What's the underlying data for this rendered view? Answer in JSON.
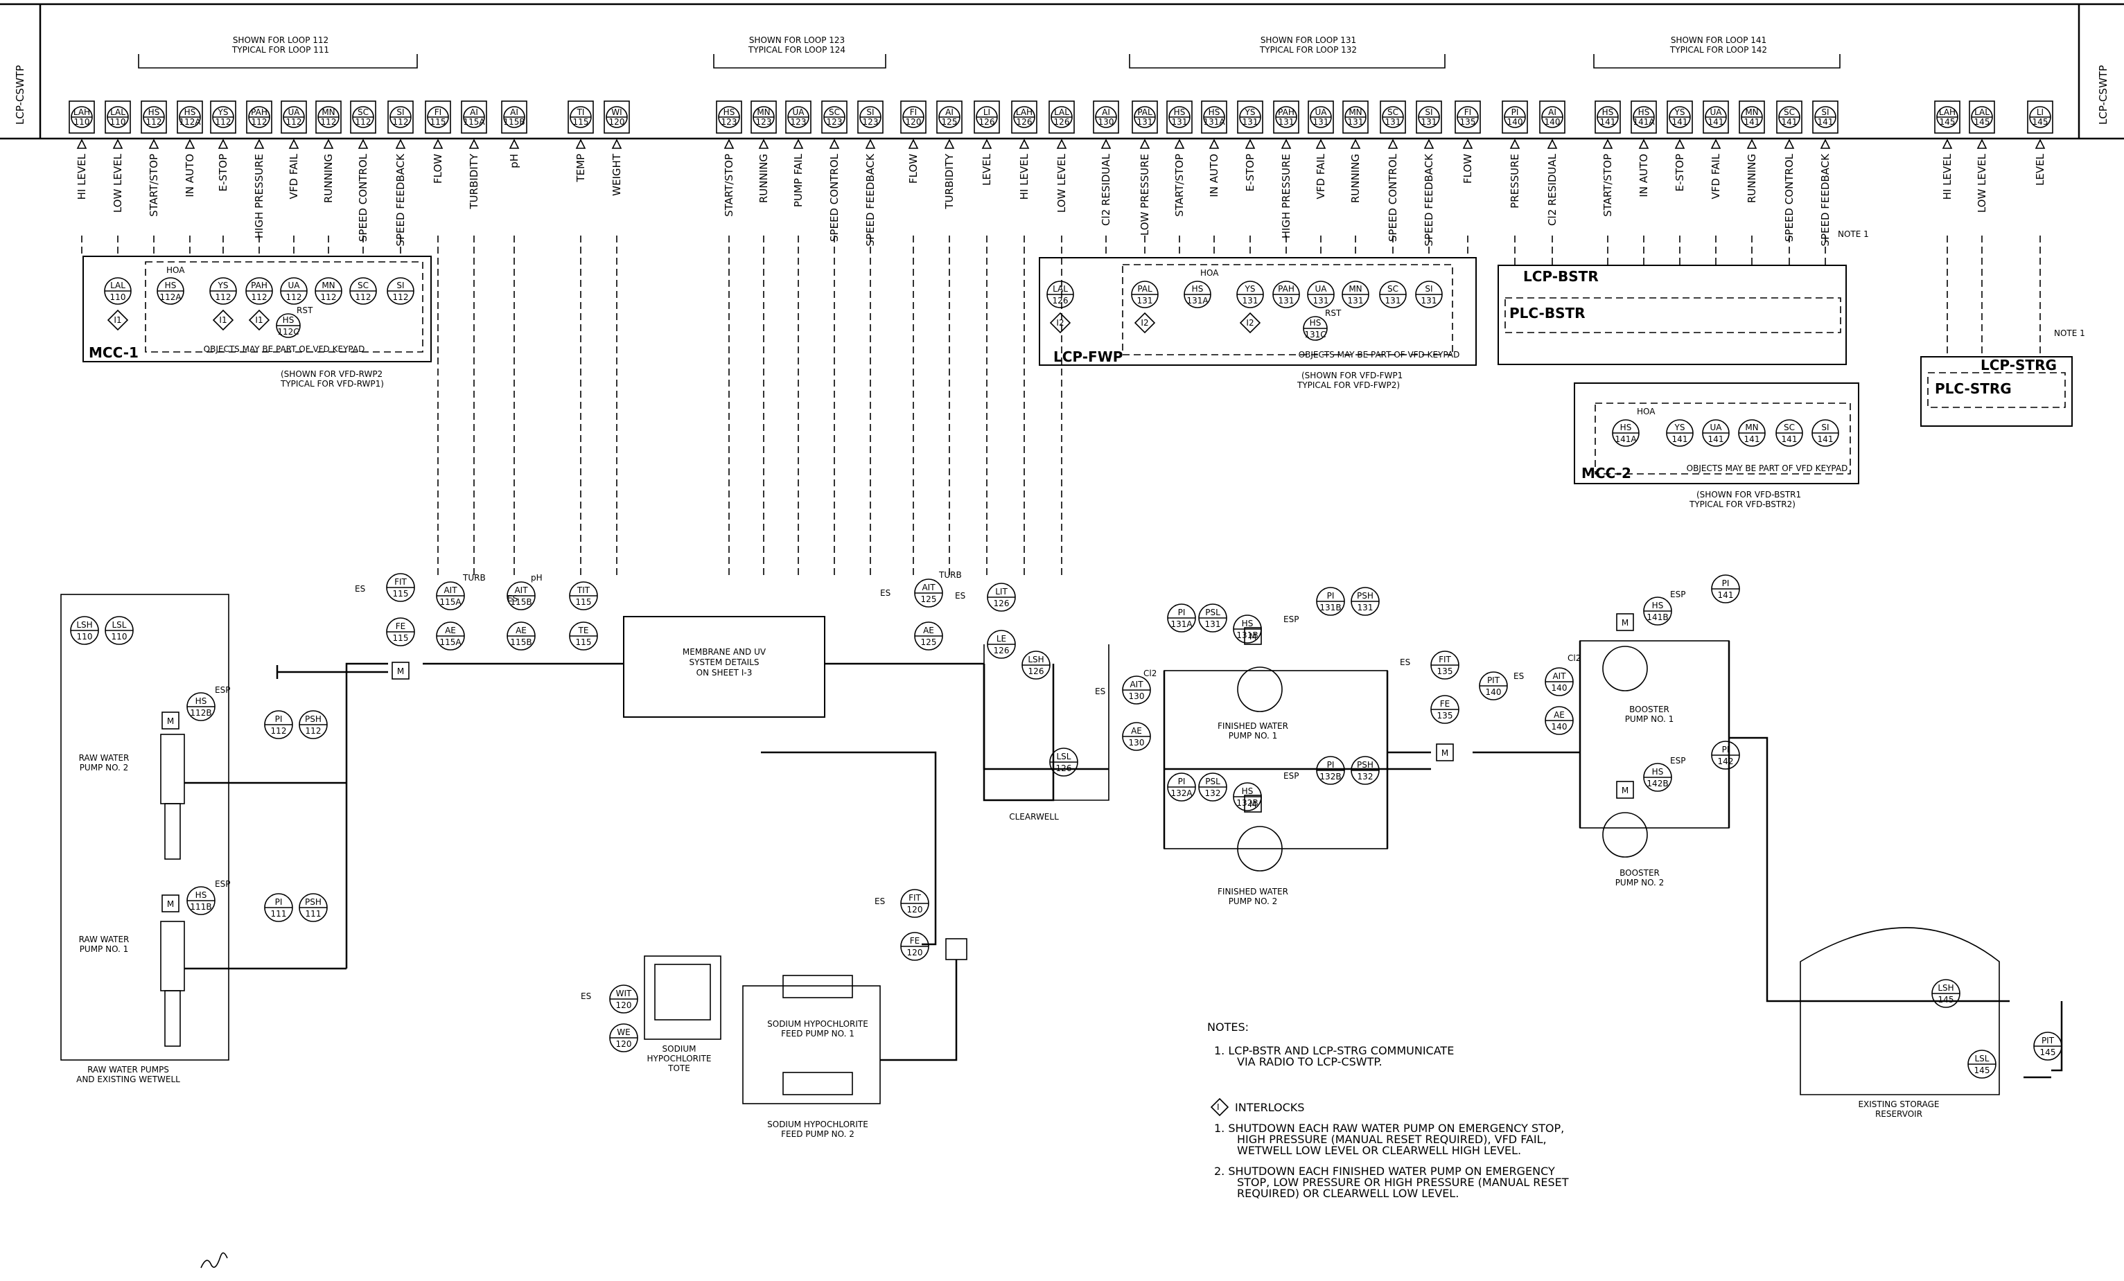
{
  "side_label": "LCP-CSWTP",
  "header_groups": [
    {
      "line1": "SHOWN FOR LOOP 112",
      "line2": "TYPICAL FOR LOOP 111"
    },
    {
      "line1": "SHOWN FOR LOOP 123",
      "line2": "TYPICAL FOR LOOP 124"
    },
    {
      "line1": "SHOWN FOR LOOP 131",
      "line2": "TYPICAL FOR LOOP 132"
    },
    {
      "line1": "SHOWN FOR LOOP 141",
      "line2": "TYPICAL FOR LOOP 142"
    }
  ],
  "io_points": [
    {
      "tag": "LAH",
      "num": "110",
      "signal": "HI LEVEL"
    },
    {
      "tag": "LAL",
      "num": "110",
      "signal": "LOW LEVEL"
    },
    {
      "tag": "HS",
      "num": "112",
      "signal": "START/STOP"
    },
    {
      "tag": "HS",
      "num": "112A",
      "signal": "IN AUTO"
    },
    {
      "tag": "YS",
      "num": "112",
      "signal": "E-STOP"
    },
    {
      "tag": "PAH",
      "num": "112",
      "signal": "HIGH PRESSURE"
    },
    {
      "tag": "UA",
      "num": "112",
      "signal": "VFD FAIL"
    },
    {
      "tag": "MN",
      "num": "112",
      "signal": "RUNNING"
    },
    {
      "tag": "SC",
      "num": "112",
      "signal": "SPEED CONTROL"
    },
    {
      "tag": "SI",
      "num": "112",
      "signal": "SPEED FEEDBACK"
    },
    {
      "tag": "FI",
      "num": "115",
      "signal": "FLOW"
    },
    {
      "tag": "AI",
      "num": "115A",
      "signal": "TURBIDITY"
    },
    {
      "tag": "AI",
      "num": "115B",
      "signal": "pH"
    },
    {
      "tag": "TI",
      "num": "115",
      "signal": "TEMP"
    },
    {
      "tag": "WI",
      "num": "120",
      "signal": "WEIGHT"
    },
    {
      "tag": "HS",
      "num": "123",
      "signal": "START/STOP"
    },
    {
      "tag": "MN",
      "num": "123",
      "signal": "RUNNING"
    },
    {
      "tag": "UA",
      "num": "123",
      "signal": "PUMP FAIL"
    },
    {
      "tag": "SC",
      "num": "123",
      "signal": "SPEED CONTROL"
    },
    {
      "tag": "SI",
      "num": "123",
      "signal": "SPEED FEEDBACK"
    },
    {
      "tag": "FI",
      "num": "120",
      "signal": "FLOW"
    },
    {
      "tag": "AI",
      "num": "125",
      "signal": "TURBIDITY"
    },
    {
      "tag": "LI",
      "num": "126",
      "signal": "LEVEL"
    },
    {
      "tag": "LAH",
      "num": "126",
      "signal": "HI LEVEL"
    },
    {
      "tag": "LAL",
      "num": "126",
      "signal": "LOW LEVEL"
    },
    {
      "tag": "AI",
      "num": "130",
      "signal": "Cl2 RESIDUAL"
    },
    {
      "tag": "PAL",
      "num": "131",
      "signal": "LOW PRESSURE"
    },
    {
      "tag": "HS",
      "num": "131",
      "signal": "START/STOP"
    },
    {
      "tag": "HS",
      "num": "131A",
      "signal": "IN AUTO"
    },
    {
      "tag": "YS",
      "num": "131",
      "signal": "E-STOP"
    },
    {
      "tag": "PAH",
      "num": "131",
      "signal": "HIGH PRESSURE"
    },
    {
      "tag": "UA",
      "num": "131",
      "signal": "VFD FAIL"
    },
    {
      "tag": "MN",
      "num": "131",
      "signal": "RUNNING"
    },
    {
      "tag": "SC",
      "num": "131",
      "signal": "SPEED CONTROL"
    },
    {
      "tag": "SI",
      "num": "131",
      "signal": "SPEED FEEDBACK"
    },
    {
      "tag": "FI",
      "num": "135",
      "signal": "FLOW"
    },
    {
      "tag": "PI",
      "num": "140",
      "signal": "PRESSURE"
    },
    {
      "tag": "AI",
      "num": "140",
      "signal": "Cl2 RESIDUAL"
    },
    {
      "tag": "HS",
      "num": "141",
      "signal": "START/STOP"
    },
    {
      "tag": "HS",
      "num": "141A",
      "signal": "IN AUTO"
    },
    {
      "tag": "YS",
      "num": "141",
      "signal": "E-STOP"
    },
    {
      "tag": "UA",
      "num": "141",
      "signal": "VFD FAIL"
    },
    {
      "tag": "MN",
      "num": "141",
      "signal": "RUNNING"
    },
    {
      "tag": "SC",
      "num": "141",
      "signal": "SPEED CONTROL"
    },
    {
      "tag": "SI",
      "num": "141",
      "signal": "SPEED FEEDBACK"
    },
    {
      "tag": "LAH",
      "num": "145",
      "signal": "HI LEVEL"
    },
    {
      "tag": "LAL",
      "num": "145",
      "signal": "LOW LEVEL"
    },
    {
      "tag": "LI",
      "num": "145",
      "signal": "LEVEL"
    }
  ],
  "panels": {
    "mcc1": {
      "name": "MCC-1",
      "keypad": "OBJECTS MAY BE PART OF VFD KEYPAD",
      "shown": "(SHOWN FOR VFD-RWP2",
      "typical": "TYPICAL FOR VFD-RWP1)",
      "hoa": "HOA",
      "rst": "RST",
      "items": [
        {
          "tag": "LAL",
          "num": "110"
        },
        {
          "tag": "HS",
          "num": "112A"
        },
        {
          "tag": "YS",
          "num": "112"
        },
        {
          "tag": "PAH",
          "num": "112"
        },
        {
          "tag": "UA",
          "num": "112"
        },
        {
          "tag": "MN",
          "num": "112"
        },
        {
          "tag": "SC",
          "num": "112"
        },
        {
          "tag": "SI",
          "num": "112"
        }
      ],
      "hs_rst": {
        "tag": "HS",
        "num": "112C"
      },
      "interlock": "I1"
    },
    "lcpfwp": {
      "name": "LCP-FWP",
      "keypad": "OBJECTS MAY BE PART OF VFD KEYPAD",
      "shown": "(SHOWN FOR VFD-FWP1",
      "typical": "TYPICAL FOR VFD-FWP2)",
      "hoa": "HOA",
      "rst": "RST",
      "items": [
        {
          "tag": "LAL",
          "num": "126"
        },
        {
          "tag": "PAL",
          "num": "131"
        },
        {
          "tag": "HS",
          "num": "131A"
        },
        {
          "tag": "YS",
          "num": "131"
        },
        {
          "tag": "PAH",
          "num": "131"
        },
        {
          "tag": "UA",
          "num": "131"
        },
        {
          "tag": "MN",
          "num": "131"
        },
        {
          "tag": "SC",
          "num": "131"
        },
        {
          "tag": "SI",
          "num": "131"
        }
      ],
      "hs_rst": {
        "tag": "HS",
        "num": "131C"
      },
      "interlock": "I2"
    },
    "lcpbstr": {
      "name": "LCP-BSTR",
      "plc": "PLC-BSTR"
    },
    "mcc2": {
      "name": "MCC-2",
      "keypad": "OBJECTS MAY BE PART OF VFD KEYPAD",
      "shown": "(SHOWN FOR VFD-BSTR1",
      "typical": "TYPICAL FOR VFD-BSTR2)",
      "hoa": "HOA",
      "items": [
        {
          "tag": "HS",
          "num": "141A"
        },
        {
          "tag": "YS",
          "num": "141"
        },
        {
          "tag": "UA",
          "num": "141"
        },
        {
          "tag": "MN",
          "num": "141"
        },
        {
          "tag": "SC",
          "num": "141"
        },
        {
          "tag": "SI",
          "num": "141"
        }
      ]
    },
    "lcpstrg": {
      "name": "LCP-STRG",
      "plc": "PLC-STRG"
    },
    "note1_a": "NOTE 1",
    "note1_b": "NOTE 1"
  },
  "field": {
    "es": "ES",
    "turb": "TURB",
    "ph": "pH",
    "cl2": "Cl2",
    "esp": "ESP",
    "instruments": [
      {
        "tag": "LSH",
        "num": "110"
      },
      {
        "tag": "LSL",
        "num": "110"
      },
      {
        "tag": "HS",
        "num": "112B"
      },
      {
        "tag": "PI",
        "num": "112"
      },
      {
        "tag": "PSH",
        "num": "112"
      },
      {
        "tag": "HS",
        "num": "111B"
      },
      {
        "tag": "PI",
        "num": "111"
      },
      {
        "tag": "PSH",
        "num": "111"
      },
      {
        "tag": "FIT",
        "num": "115"
      },
      {
        "tag": "FE",
        "num": "115"
      },
      {
        "tag": "AIT",
        "num": "115A"
      },
      {
        "tag": "AE",
        "num": "115A"
      },
      {
        "tag": "AIT",
        "num": "115B"
      },
      {
        "tag": "AE",
        "num": "115B"
      },
      {
        "tag": "TIT",
        "num": "115"
      },
      {
        "tag": "TE",
        "num": "115"
      },
      {
        "tag": "AIT",
        "num": "125"
      },
      {
        "tag": "AE",
        "num": "125"
      },
      {
        "tag": "LIT",
        "num": "126"
      },
      {
        "tag": "LE",
        "num": "126"
      },
      {
        "tag": "LSH",
        "num": "126"
      },
      {
        "tag": "LSL",
        "num": "126"
      },
      {
        "tag": "AIT",
        "num": "130"
      },
      {
        "tag": "AE",
        "num": "130"
      },
      {
        "tag": "PI",
        "num": "131A"
      },
      {
        "tag": "PSL",
        "num": "131"
      },
      {
        "tag": "HS",
        "num": "131B"
      },
      {
        "tag": "PI",
        "num": "131B"
      },
      {
        "tag": "PSH",
        "num": "131"
      },
      {
        "tag": "PI",
        "num": "132A"
      },
      {
        "tag": "PSL",
        "num": "132"
      },
      {
        "tag": "HS",
        "num": "132B"
      },
      {
        "tag": "PI",
        "num": "132B"
      },
      {
        "tag": "PSH",
        "num": "132"
      },
      {
        "tag": "FIT",
        "num": "135"
      },
      {
        "tag": "FE",
        "num": "135"
      },
      {
        "tag": "PIT",
        "num": "140"
      },
      {
        "tag": "AIT",
        "num": "140"
      },
      {
        "tag": "AE",
        "num": "140"
      },
      {
        "tag": "HS",
        "num": "141B"
      },
      {
        "tag": "PI",
        "num": "141"
      },
      {
        "tag": "HS",
        "num": "142B"
      },
      {
        "tag": "PI",
        "num": "142"
      },
      {
        "tag": "FIT",
        "num": "120"
      },
      {
        "tag": "FE",
        "num": "120"
      },
      {
        "tag": "WIT",
        "num": "120"
      },
      {
        "tag": "WE",
        "num": "120"
      },
      {
        "tag": "LSH",
        "num": "145"
      },
      {
        "tag": "LSL",
        "num": "145"
      },
      {
        "tag": "PIT",
        "num": "145"
      }
    ],
    "equipment": {
      "rwp2": [
        "RAW WATER",
        "PUMP NO. 2"
      ],
      "rwp1": [
        "RAW WATER",
        "PUMP NO. 1"
      ],
      "wetwell": [
        "RAW WATER PUMPS",
        "AND EXISTING WETWELL"
      ],
      "membrane": [
        "MEMBRANE AND UV",
        "SYSTEM DETAILS",
        "ON SHEET I-3"
      ],
      "clearwell": "CLEARWELL",
      "fwp1": [
        "FINISHED WATER",
        "PUMP NO. 1"
      ],
      "fwp2": [
        "FINISHED WATER",
        "PUMP NO. 2"
      ],
      "bp1": [
        "BOOSTER",
        "PUMP NO. 1"
      ],
      "bp2": [
        "BOOSTER",
        "PUMP NO. 2"
      ],
      "tote": [
        "SODIUM",
        "HYPOCHLORITE",
        "TOTE"
      ],
      "shfp1": [
        "SODIUM HYPOCHLORITE",
        "FEED PUMP NO. 1"
      ],
      "shfp2": [
        "SODIUM HYPOCHLORITE",
        "FEED PUMP NO. 2"
      ],
      "reservoir": [
        "EXISTING STORAGE",
        "RESERVOIR"
      ],
      "motor": "M"
    }
  },
  "notes": {
    "heading": "NOTES:",
    "n1": [
      "1.  LCP-BSTR AND LCP-STRG COMMUNICATE",
      "VIA RADIO TO LCP-CSWTP."
    ],
    "interlocks": "INTERLOCKS",
    "i1": [
      "1.  SHUTDOWN EACH RAW WATER PUMP ON EMERGENCY STOP,",
      "HIGH PRESSURE (MANUAL RESET REQUIRED), VFD FAIL,",
      "WETWELL LOW LEVEL OR CLEARWELL HIGH LEVEL."
    ],
    "i2": [
      "2.  SHUTDOWN EACH FINISHED WATER PUMP ON EMERGENCY",
      "STOP, LOW PRESSURE OR HIGH PRESSURE (MANUAL RESET",
      "REQUIRED) OR CLEARWELL LOW LEVEL."
    ]
  }
}
